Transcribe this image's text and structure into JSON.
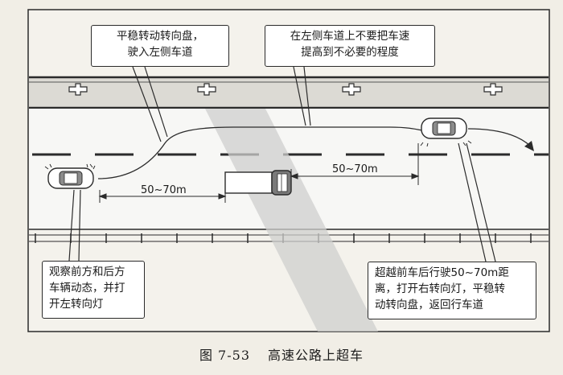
{
  "callouts": {
    "top_left": {
      "lines": [
        "平稳转动转向盘，",
        "驶入左侧车道"
      ]
    },
    "top_right": {
      "lines": [
        "在左侧车道上不要把车速",
        "提高到不必要的程度"
      ]
    },
    "bottom_left": {
      "lines": [
        "观察前方和后方",
        "车辆动态，并打",
        "开左转向灯"
      ]
    },
    "bottom_right": {
      "lines": [
        "超越前车后行驶50~70m距",
        "离，打开右转向灯，平稳转",
        "动转向盘，返回行车道"
      ]
    }
  },
  "distances": {
    "left": "50~70m",
    "right": "50~70m"
  },
  "caption": {
    "figure_number": "图 7-53",
    "title": "高速公路上超车"
  },
  "colors": {
    "paper": "#f1eee6",
    "road": "#f7f7f5",
    "shoulder": "#d9d7d2",
    "diagonal_band": "#c8c8c6",
    "line": "#2b2b2b"
  }
}
